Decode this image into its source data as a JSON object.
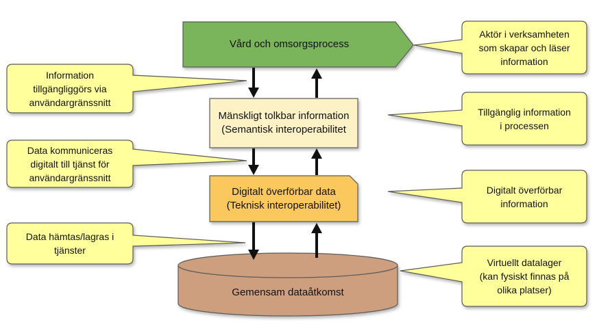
{
  "colors": {
    "process_fill": "#7ab55c",
    "semantic_fill": "#fdf1c6",
    "technical_fill": "#fac85c",
    "storage_fill": "#cd9f7f",
    "callout_fill": "#ffff9c",
    "stroke": "#5a5a5a",
    "arrow": "#111111"
  },
  "nodes": {
    "process": "Vård och omsorgsprocess",
    "semantic": "Mänskligt tolkbar information (Semantisk interoperabilitet",
    "technical": "Digitalt överförbar data (Teknisk interoperabilitet)",
    "storage": "Gemensam dataåtkomst"
  },
  "callouts": {
    "left_1": "Information\ntillgängliggörs via\nanvändargränssnitt",
    "left_2": "Data kommuniceras\ndigitalt till tjänst för\nanvändargränssnitt",
    "left_3": "Data hämtas/lagras i\ntjänster",
    "right_1": "Aktör i verksamheten\nsom skapar och läser\ninformation",
    "right_2": "Tillgänglig information\ni processen",
    "right_3": "Digitalt överförbar\ninformation",
    "right_4": "Virtuellt datalager\n(kan fysiskt finnas på\nolika platser)"
  }
}
